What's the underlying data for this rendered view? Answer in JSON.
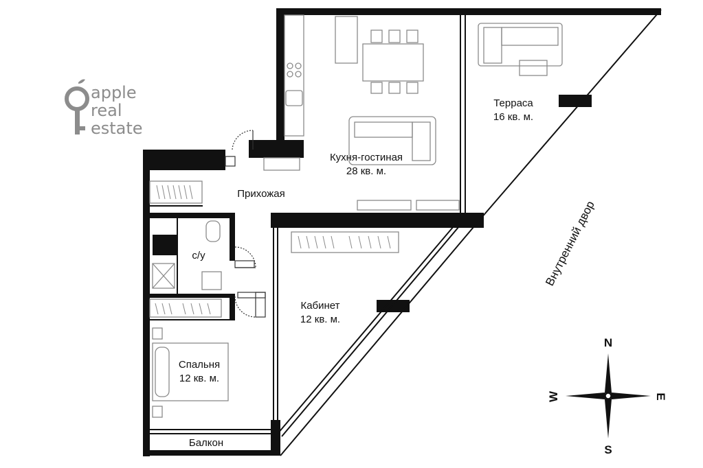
{
  "logo": {
    "line1": "apple",
    "line2": "real",
    "line3": "estate"
  },
  "rooms": {
    "kitchen": {
      "name": "Кухня-гостиная",
      "area": "28 кв. м."
    },
    "terrace": {
      "name": "Терраса",
      "area": "16 кв. м."
    },
    "hallway": {
      "name": "Прихожая"
    },
    "bathroom": {
      "name": "с/у"
    },
    "study": {
      "name": "Кабинет",
      "area": "12 кв. м."
    },
    "bedroom": {
      "name": "Спальня",
      "area": "12 кв. м."
    },
    "balcony": {
      "name": "Балкон"
    }
  },
  "courtyard_label": "Внутренний двор",
  "compass": {
    "n": "N",
    "s": "S",
    "e": "E",
    "w": "W"
  },
  "colors": {
    "wall": "#111111",
    "furniture": "#8a8a8a",
    "logo": "#8c8c8c"
  }
}
